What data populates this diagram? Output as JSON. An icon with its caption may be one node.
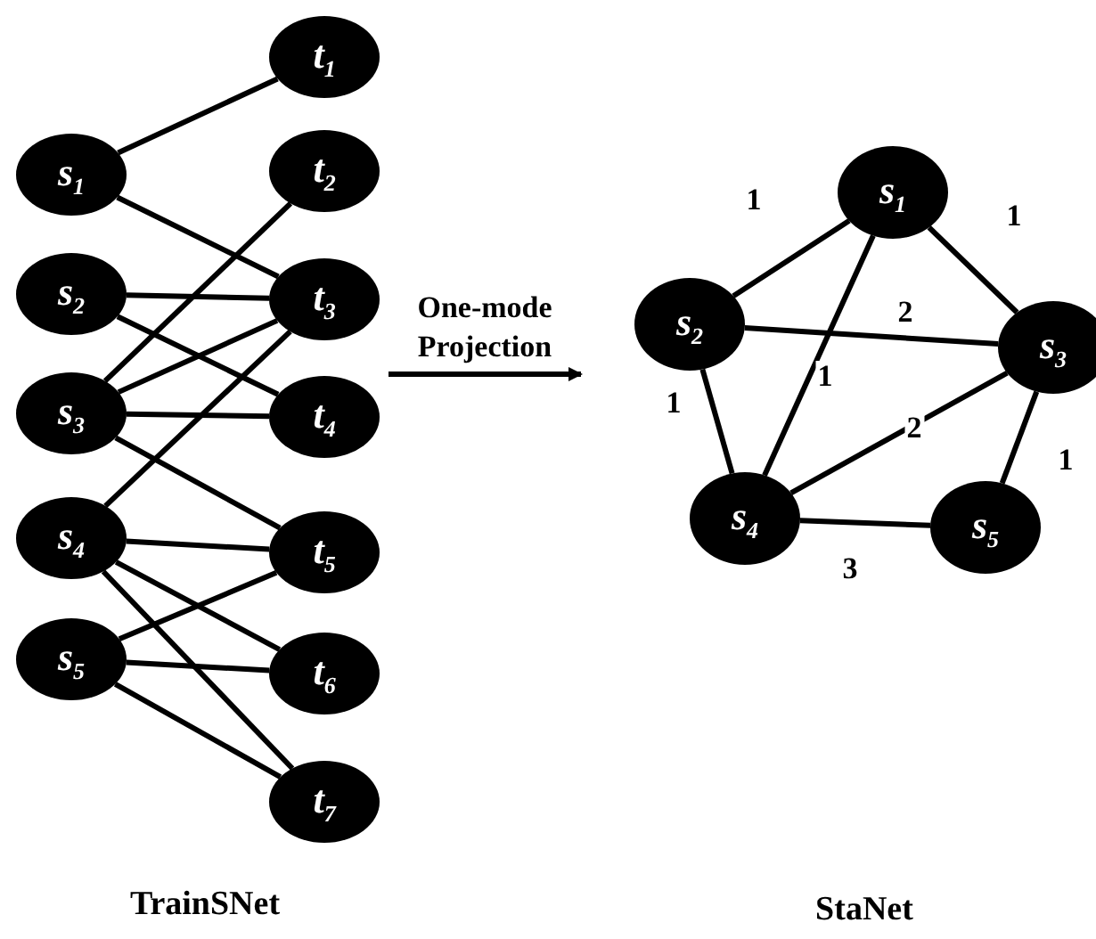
{
  "diagram": {
    "nodes": [
      {
        "text": [
          "s$_{1}$"
        ]
      },
      {
        "text": [
          "s$_{2}$"
        ]
      },
      {
        "text": [
          "s$_{3}$"
        ]
      },
      {
        "text": [
          "s$_{4}$"
        ]
      },
      {
        "text": [
          "s$_{5}$"
        ]
      },
      {
        "text": [
          "t$_{1}$"
        ]
      },
      {
        "text": [
          "t$_{2}$"
        ]
      },
      {
        "text": [
          "t$_{3}$"
        ]
      },
      {
        "text": [
          "t$_{4}$"
        ]
      },
      {
        "text": [
          "t$_{5}$"
        ]
      },
      {
        "text": [
          "t$_{6}$"
        ]
      },
      {
        "text": [
          "t$_{7}$"
        ]
      },
      {
        "text": [
          "s$_{1}$"
        ]
      },
      {
        "text": [
          "s$_{2}$"
        ]
      },
      {
        "text": [
          "s$_{3}$"
        ]
      },
      {
        "text": [
          "s$_{4}$"
        ]
      },
      {
        "text": [
          "s$_{5}$"
        ]
      }
    ],
    "edges": [
      {
        "from": 0,
        "to": 5,
        "arrow": "none"
      },
      {
        "from": 0,
        "to": 7,
        "arrow": "none"
      },
      {
        "from": 1,
        "to": 7,
        "arrow": "none"
      },
      {
        "from": 1,
        "to": 8,
        "arrow": "none"
      },
      {
        "from": 2,
        "to": 6,
        "arrow": "none"
      },
      {
        "from": 2,
        "to": 7,
        "arrow": "none"
      },
      {
        "from": 2,
        "to": 8,
        "arrow": "none"
      },
      {
        "from": 2,
        "to": 9,
        "arrow": "none"
      },
      {
        "from": 3,
        "to": 7,
        "arrow": "none"
      },
      {
        "from": 3,
        "to": 9,
        "arrow": "none"
      },
      {
        "from": 3,
        "to": 10,
        "arrow": "none"
      },
      {
        "from": 3,
        "to": 11,
        "arrow": "none"
      },
      {
        "from": 4,
        "to": 9,
        "arrow": "none"
      },
      {
        "from": 4,
        "to": 10,
        "arrow": "none"
      },
      {
        "from": 4,
        "to": 11,
        "arrow": "none"
      },
      {
        "from": 12,
        "to": 13,
        "arrow": "none",
        "label": "1"
      },
      {
        "from": 12,
        "to": 14,
        "arrow": "none",
        "label": "1"
      },
      {
        "from": 13,
        "to": 14,
        "arrow": "none",
        "label": "2"
      },
      {
        "from": 12,
        "to": 15,
        "arrow": "none",
        "label": "1"
      },
      {
        "from": 13,
        "to": 15,
        "arrow": "none",
        "label": "1"
      },
      {
        "from": 14,
        "to": 15,
        "arrow": "none",
        "label": "2"
      },
      {
        "from": 14,
        "to": 16,
        "arrow": "none",
        "label": "1"
      },
      {
        "from": 15,
        "to": 16,
        "arrow": "none",
        "label": "3"
      }
    ],
    "labels": [
      "One-mode Projection",
      "TrainSNet",
      "StaNet"
    ]
  }
}
